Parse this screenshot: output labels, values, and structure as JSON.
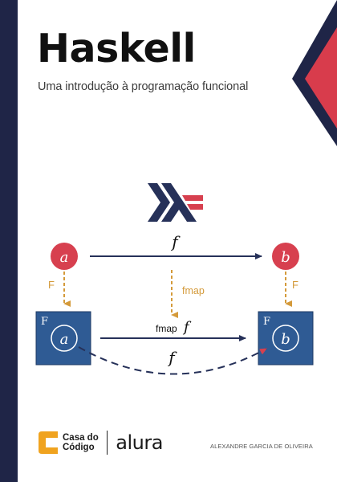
{
  "cover": {
    "title": "Haskell",
    "subtitle": "Uma introdução à programação funcional",
    "author": "ALEXANDRE GARCIA DE OLIVEIRA"
  },
  "diagram": {
    "node_a": "a",
    "node_b": "b",
    "box_label_left": "F",
    "box_label_right": "F",
    "arrow_f_top": "f",
    "arrow_F_left": "F",
    "arrow_F_right": "F",
    "arrow_fmap": "fmap",
    "fmap_label_prefix": "fmap",
    "fmap_label_f": "f",
    "dashed_f": "f"
  },
  "publishers": {
    "cdc_line1": "Casa do",
    "cdc_line2": "Código",
    "alura": "alura"
  },
  "colors": {
    "spine": "#1f2547",
    "corner_navy": "#1f2547",
    "corner_red": "#d83c4c",
    "node_red": "#d7404f",
    "box_blue": "#2f5b94",
    "arrow_orange": "#d49a3a",
    "arrow_navy": "#263159",
    "cdc_orange": "#f0a31f"
  },
  "icons": {
    "haskell_logo": "haskell-logo-icon",
    "casa_do_codigo_logo": "casa-do-codigo-icon"
  }
}
